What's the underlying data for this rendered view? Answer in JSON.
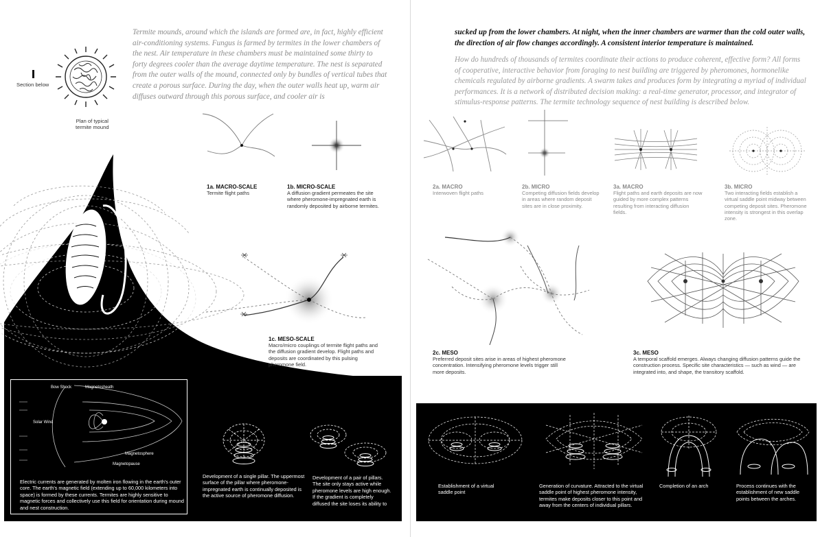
{
  "left_page": {
    "intro_paragraph": "Termite mounds, around which the islands are formed are, in fact, highly efficient air-conditioning systems. Fungus is farmed by termites in the lower chambers of the nest. Air temperature in these chambers must be maintained some thirty to forty degrees cooler than the average daytime temperature. The nest is separated from the outer walls of the mound, connected only by bundles of vertical tubes that create a porous surface. During the day, when the outer walls heat up, warm air diffuses outward through this porous surface, and cooler air is",
    "plan_label": "Section below",
    "plan_caption": [
      "Plan of typical",
      "termite mound"
    ],
    "fig_1a": {
      "title": "1a. MACRO-SCALE",
      "text": "Termite flight paths"
    },
    "fig_1b": {
      "title": "1b. MICRO-SCALE",
      "text": "A diffusion gradient permeates the site where pheromone-impregnated earth is randomly deposited by airborne termites."
    },
    "fig_1c": {
      "title": "1c. MESO-SCALE",
      "text": "Macro/micro couplings of termite flight paths and the diffusion gradient develop. Flight paths and deposits are coordinated by this pulsing pheromone field."
    },
    "magnetosphere_labels": {
      "bow_shock": "Bow Shock",
      "magnetosheath": "Magnetosheath",
      "solar_wind": "Solar Wind",
      "magnetosphere": "Magnetosphere",
      "magnetopause": "Magnetopause"
    },
    "earth_caption": "Electric currents are generated by molten iron flowing in the earth's outer core. The earth's magnetic field (extending up to 60,000 kilometers into space) is formed by these currents. Termites are highly sensitive to magnetic forces and collectively use this field for orientation during mound and nest construction.",
    "single_pillar_caption": "Development of a single pillar. The uppermost surface of the pillar where pheromone-impregnated earth is continually deposited is the active source of pheromone diffusion.",
    "pair_pillars_caption": "Development of a pair of pillars. The site only stays active while pheromone levels are high enough. If the gradient is completely diffused the site loses its ability to"
  },
  "right_page": {
    "continued_paragraph": "sucked up from the lower chambers. At night, when the inner chambers are warmer than the cold outer walls, the direction of air flow changes accordingly. A consistent interior temperature is maintained.",
    "question_paragraph": "How do hundreds of thousands of termites coordinate their actions to produce coherent, effective form? All forms of cooperative, interactive behavior from foraging to nest building are triggered by pheromones, hormonelike chemicals regulated by airborne gradients. A swarm takes and produces form by integrating a myriad of individual performances. It is a network of distributed decision making: a real-time generator, processor, and integrator of stimulus-response patterns. The termite technology sequence of nest building is described below.",
    "fig_2a": {
      "title": "2a. MACRO",
      "text": "Interwoven flight paths"
    },
    "fig_2b": {
      "title": "2b. MICRO",
      "text": "Competing diffusion fields develop in areas where random deposit sites are in close proximity."
    },
    "fig_3a": {
      "title": "3a. MACRO",
      "text": "Flight paths and earth deposits are now guided by more complex patterns resulting from interacting diffusion fields."
    },
    "fig_3b": {
      "title": "3b. MICRO",
      "text": "Two interacting fields establish a virtual saddle point midway between competing deposit sites. Pheromone intensity is strongest in this overlap zone."
    },
    "fig_2c": {
      "title": "2c. MESO",
      "text": "Preferred deposit sites arise in areas of highest pheromone concentration. Intensifying pheromone levels trigger still more deposits."
    },
    "fig_3c": {
      "title": "3c. MESO",
      "text": "A temporal scaffold emerges. Always changing diffusion patterns guide the construction process. Specific site characteristics — such as wind — are integrated into, and shape, the transitory scaffold."
    },
    "saddle_caption": "Establishment of a virtual saddle point",
    "curvature_caption": "Generation of curvature. Attracted to the virtual saddle point of highest pheromone intensity, termites make deposits closer to this point and away from the centers of individual pillars.",
    "arch_caption": "Completion of an arch",
    "continue_caption": "Process continues with the establishment of new saddle points between the arches."
  }
}
